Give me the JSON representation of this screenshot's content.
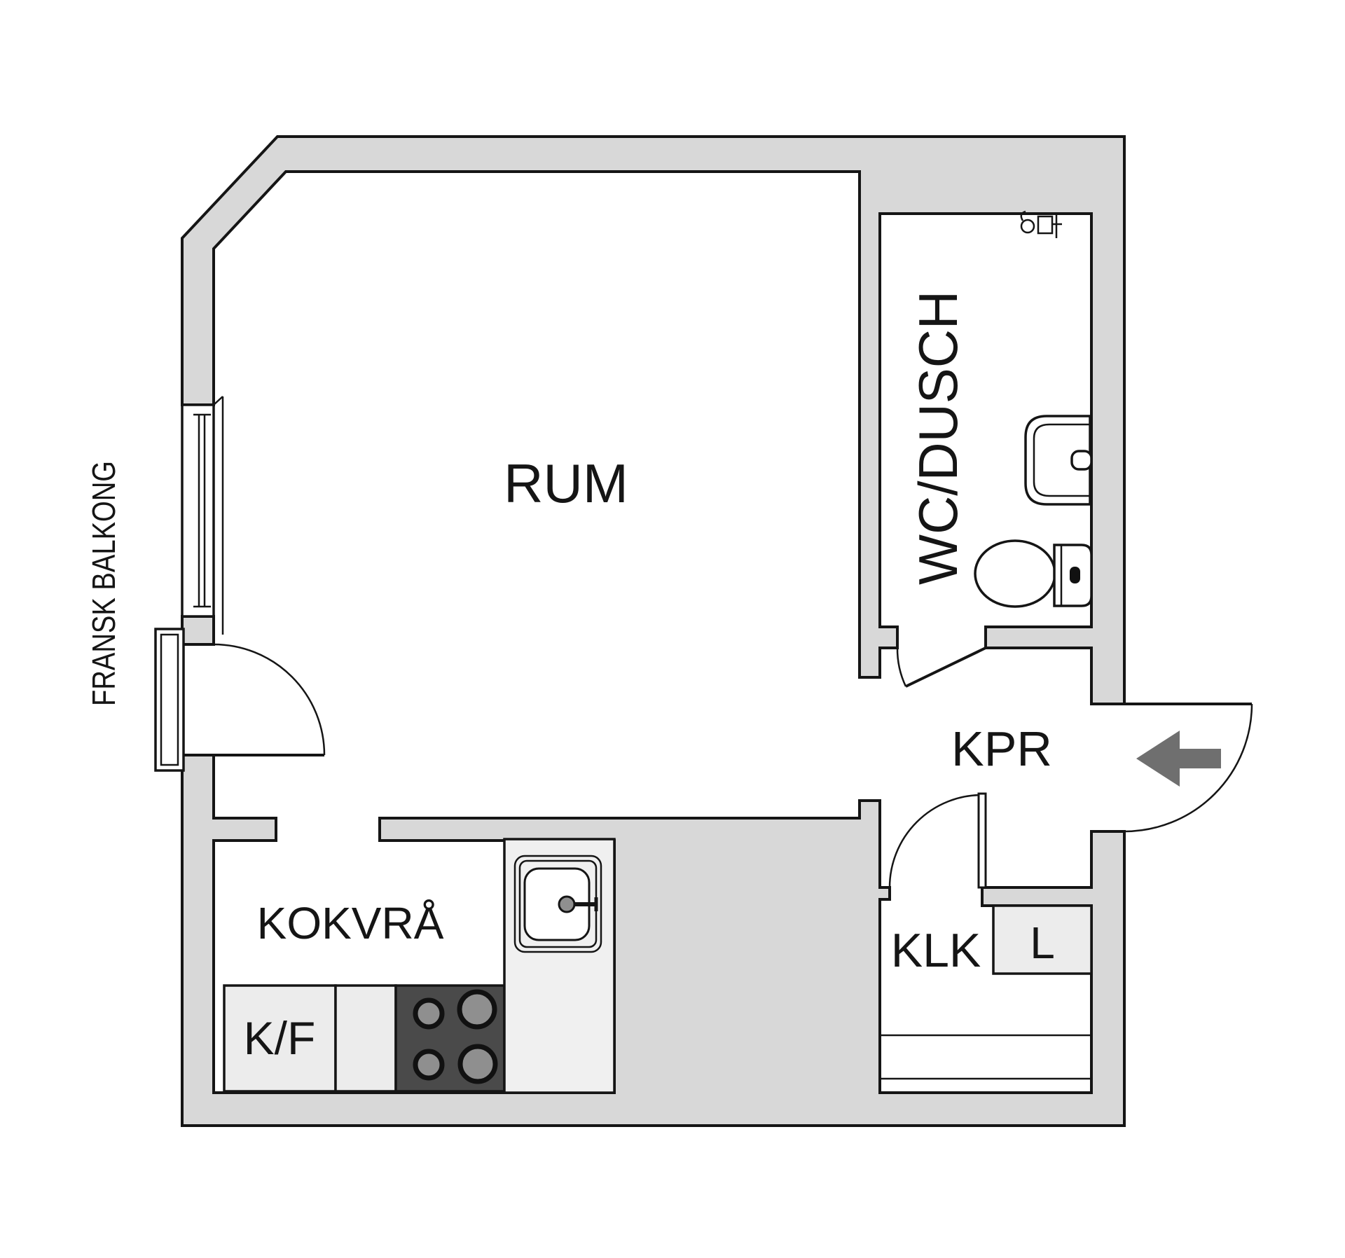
{
  "document": {
    "type": "architectural floor plan",
    "language": "sv"
  },
  "colors": {
    "background": "#ffffff",
    "wall_fill": "#d8d8d8",
    "line": "#151515",
    "cabinet_fill": "#ececec",
    "counter_strip_fill": "#f0f0f0",
    "stove_fill": "#4a4a4a",
    "burner_fill": "#8f8f8f",
    "fixture_fill": "#ffffff",
    "arrow_fill": "#6f6f6f",
    "l_box_fill": "#ececec"
  },
  "labels": {
    "main_room": "RUM",
    "bathroom": "WC/DUSCH",
    "hallway": "KPR",
    "kitchenette": "KOKVRÅ",
    "fridge_freezer": "K/F",
    "closet": "KLK",
    "linen_cabinet": "L",
    "french_balcony": "FRANSK BALKONG"
  }
}
